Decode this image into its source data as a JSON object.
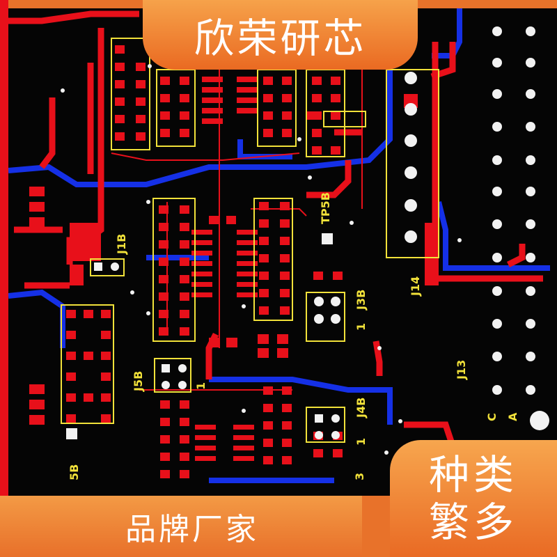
{
  "banners": {
    "top": "欣荣研芯",
    "bottom": "品牌厂家",
    "corner_line1": "种类",
    "corner_line2": "繁多"
  },
  "pcb_labels": {
    "j1b": "J1B",
    "tp5b": "TP5B",
    "j14": "J14",
    "j3b": "J3B",
    "one_j3": "1",
    "j5b": "J5B",
    "one_j5": "1",
    "j13": "J13",
    "j4b": "J4B",
    "one_j4": "1",
    "c": "C",
    "a": "A",
    "five_b": "5B",
    "three": "3"
  },
  "colors": {
    "board": "#050505",
    "trace_red": "#e8101a",
    "trace_blue": "#1028e0",
    "silk_yellow": "#f2e23a",
    "pad_white": "#f2f2f2",
    "banner_orange": "#ef8a36"
  }
}
